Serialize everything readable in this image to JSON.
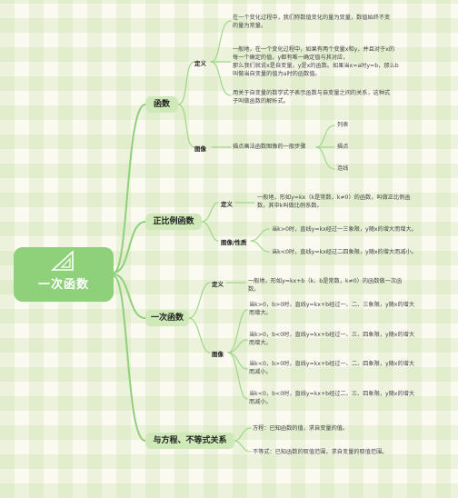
{
  "root": {
    "title": "一次函数",
    "icon": "triangle-ruler-icon"
  },
  "branches": {
    "func": {
      "label": "函数",
      "def_label": "定义",
      "def_lines": [
        "在一个变化过程中，我们称数值变化的量为变量，数值始终不变",
        "的量为常量。",
        "一般地，在一个变化过程中，如果有两个变量x和y，并且对于x的",
        "每一个确定的值，y都有唯一确定值与其对应，",
        "那么我们就说x是自变量，y是x的函数。如果当x=a时y=b，那么b",
        "叫做当自变量的值为a时的函数值。",
        "用关于自变量的数学式子表示函数与自变量之间的关系，这种式",
        "子叫做函数的解析式。"
      ],
      "img_label": "图像",
      "img_text": "描点画法函数图像的一般步骤",
      "steps": [
        "列表",
        "描点",
        "连线"
      ]
    },
    "prop": {
      "label": "正比例函数",
      "def_label": "定义",
      "def_lines": [
        "一般地，形如y=kx（k是常数，k≠0）的函数，叫做正比例函",
        "数，其中k叫做比例系数。"
      ],
      "img_label": "图像/性质",
      "items": [
        "当k>0时，直线y=kx经过一三象限，y随x的增大而增大。",
        "当k<0时，直线y=kx经过二四象限，y随x的增大而减小。"
      ]
    },
    "linear": {
      "label": "一次函数",
      "def_label": "定义",
      "def_lines": [
        "一般地，形如y=kx+b（k、b是常数，k≠0）的函数做一次函",
        "数。"
      ],
      "img_label": "图像",
      "items": [
        [
          "当k>0，b>0时，直线y=kx+b经过一、二、三象限，y随x的增大",
          "而增大。"
        ],
        [
          "当k>0，b<0时，直线y=kx+b经过一、三、四象限，y随x的增大",
          "而增大。"
        ],
        [
          "当k<0，b>0时，直线y=kx+b经过一、二、四象限，y随x的增大",
          "而减小。"
        ],
        [
          "当k<0，b<0时，直线y=kx+b经过二、三、四象限，y随x的增大",
          "而减小。"
        ]
      ]
    },
    "eq": {
      "label": "与方程、不等式关系",
      "items": [
        "方程：已知函数的值，求自变量的值。",
        "不等式：已知函数的取值范围，求自变量的取值范围。"
      ]
    }
  },
  "colors": {
    "branch": "#8fd07a",
    "bubble": "#cfe9b8",
    "root": "#8fd07a"
  }
}
